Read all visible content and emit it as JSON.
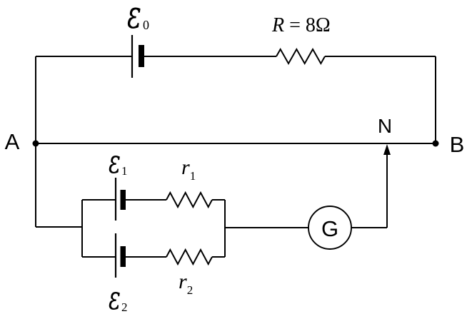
{
  "diagram": {
    "background": "#ffffff",
    "line_color": "#000000",
    "nodes": {
      "a": "A",
      "b": "B",
      "n": "N"
    },
    "top_branch": {
      "emf_symbol": "ε",
      "emf_sub": "0",
      "resistor_symbol": "R",
      "resistor_value": "= 8Ω"
    },
    "parallel_branch_1": {
      "emf_symbol": "ε",
      "emf_sub": "1",
      "resistor_symbol": "r",
      "resistor_sub": "1"
    },
    "parallel_branch_2": {
      "emf_symbol": "ε",
      "emf_sub": "2",
      "resistor_symbol": "r",
      "resistor_sub": "2"
    },
    "galvanometer_label": "G"
  }
}
